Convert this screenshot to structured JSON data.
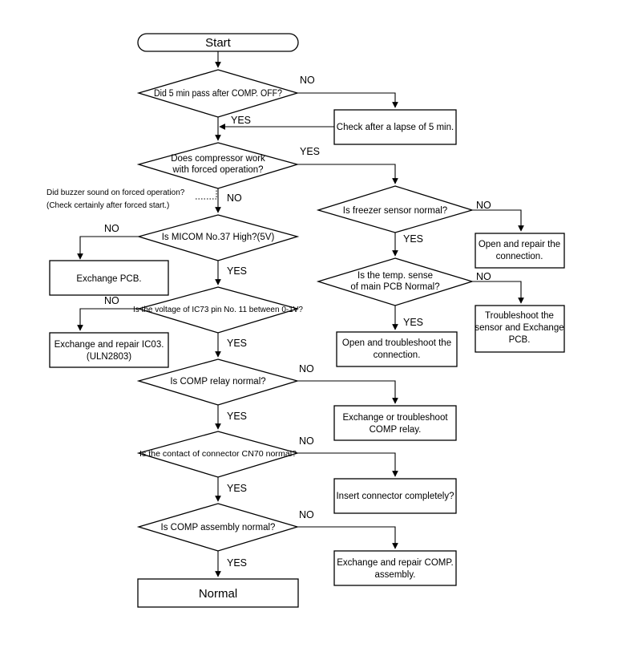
{
  "start": "Start",
  "d1": "Did 5 min pass after COMP. OFF?",
  "p1": "Check after a lapse of 5 min.",
  "d2": [
    "Does compressor work",
    "with forced operation?"
  ],
  "note": [
    "Did buzzer sound on forced operation?",
    "(Check certainly after forced start.)"
  ],
  "d3": "Is MICOM No.37 High?(5V)",
  "p3": "Exchange PCB.",
  "d4": "Is the voltage of IC73 pin No. 11 between 0-1V?",
  "p4": [
    "Exchange and repair IC03.",
    "(ULN2803)"
  ],
  "d5": "Is COMP relay normal?",
  "p5": [
    "Exchange or troubleshoot",
    "COMP relay."
  ],
  "d6": "Is the contact of connector CN70 normal?",
  "p6": "Insert connector completely?",
  "d7": "Is COMP assembly normal?",
  "p7": [
    "Exchange and repair COMP.",
    "assembly."
  ],
  "end": "Normal",
  "r1": "Is freezer sensor normal?",
  "rp1": [
    "Open and repair the",
    "connection."
  ],
  "r2": [
    "Is the temp. sense",
    "of main PCB Normal?"
  ],
  "rp2": [
    "Troubleshoot the",
    "sensor and Exchange",
    "PCB."
  ],
  "rp3": [
    "Open and troubleshoot the",
    "connection."
  ],
  "labels": {
    "yes": "YES",
    "no": "NO"
  }
}
